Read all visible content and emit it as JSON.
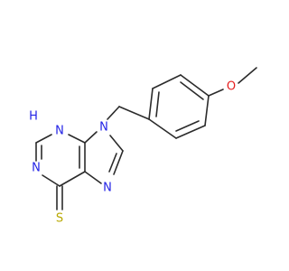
{
  "molecule": {
    "atoms": {
      "n3": {
        "label": "N",
        "color": "#2323e6"
      },
      "h3": {
        "label": "H",
        "color": "#2323e6"
      },
      "n9": {
        "label": "N",
        "color": "#2323e6"
      },
      "n7": {
        "label": "N",
        "color": "#2323e6"
      },
      "n1": {
        "label": "N",
        "color": "#2323e6"
      },
      "o": {
        "label": "O",
        "color": "#e61e1e"
      },
      "s": {
        "label": "S",
        "color": "#b8a800"
      }
    },
    "bond_color": "#2b2b2b"
  }
}
